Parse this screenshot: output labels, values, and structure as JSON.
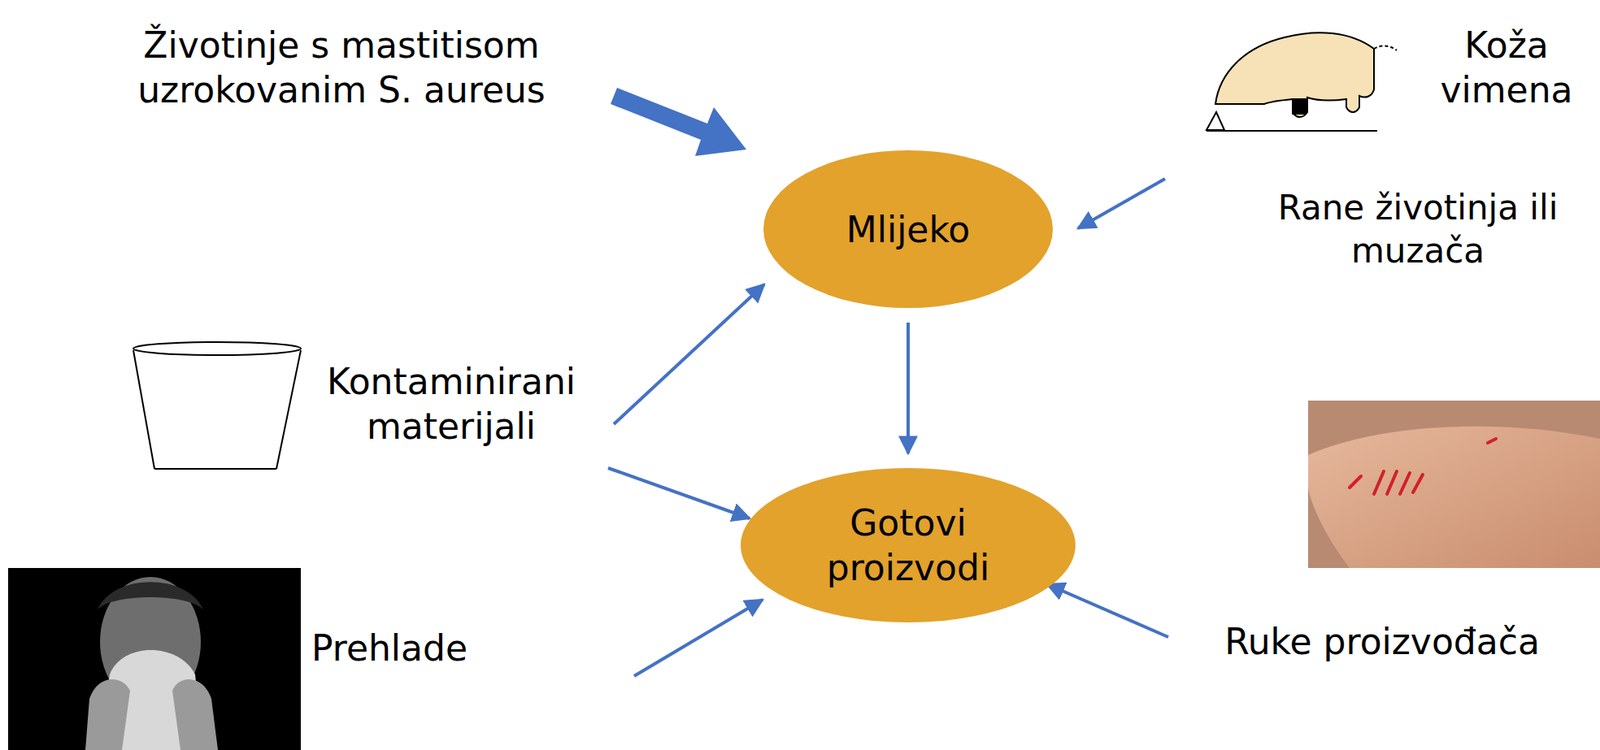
{
  "diagram": {
    "nodes": [
      {
        "text": [
          "Mlijeko"
        ]
      },
      {
        "text": [
          "Gotovi proizvodi"
        ]
      }
    ],
    "edges": [
      {
        "from": 0,
        "to": 1,
        "arrow": "to"
      }
    ],
    "labels": [
      "Životinje s mastitisom uzrokovanim S. aureus",
      "Koža vimena",
      "Rane životinja ili muzača",
      "Kontaminirani materijali",
      "Prehlade",
      "Ruke proizvođača"
    ]
  }
}
